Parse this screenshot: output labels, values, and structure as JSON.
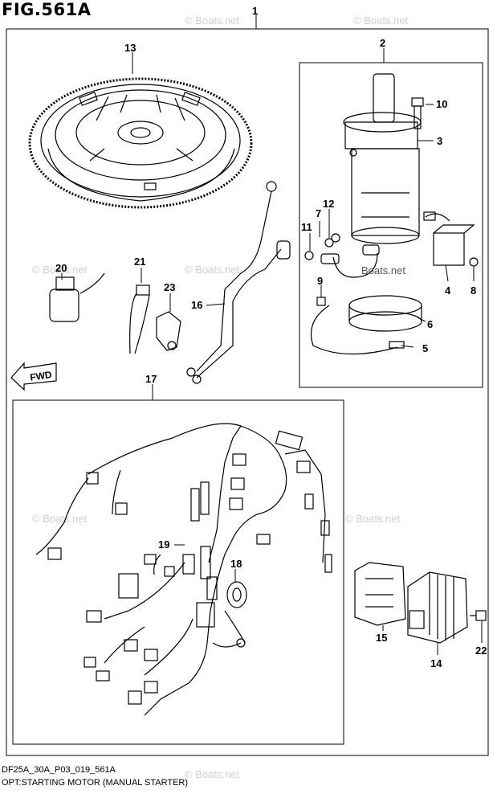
{
  "figure": {
    "title": "FIG.561A",
    "footer_code": "DF25A_30A_P03_019_561A",
    "footer_caption": "OPT:STARTING MOTOR (MANUAL STARTER)",
    "direction_label": "FWD",
    "watermark": "© Boats.net",
    "watermark_center": "Boats.net"
  },
  "callouts": [
    {
      "id": "c1",
      "label": "1"
    },
    {
      "id": "c2",
      "label": "2"
    },
    {
      "id": "c3",
      "label": "3"
    },
    {
      "id": "c4",
      "label": "4"
    },
    {
      "id": "c5",
      "label": "5"
    },
    {
      "id": "c6",
      "label": "6"
    },
    {
      "id": "c7",
      "label": "7"
    },
    {
      "id": "c8",
      "label": "8"
    },
    {
      "id": "c9",
      "label": "9"
    },
    {
      "id": "c10",
      "label": "10"
    },
    {
      "id": "c11",
      "label": "11"
    },
    {
      "id": "c12",
      "label": "12"
    },
    {
      "id": "c13",
      "label": "13"
    },
    {
      "id": "c14",
      "label": "14"
    },
    {
      "id": "c15",
      "label": "15"
    },
    {
      "id": "c16",
      "label": "16"
    },
    {
      "id": "c17",
      "label": "17"
    },
    {
      "id": "c18",
      "label": "18"
    },
    {
      "id": "c19",
      "label": "19"
    },
    {
      "id": "c20",
      "label": "20"
    },
    {
      "id": "c21",
      "label": "21"
    },
    {
      "id": "c22",
      "label": "22"
    },
    {
      "id": "c23",
      "label": "23"
    }
  ]
}
